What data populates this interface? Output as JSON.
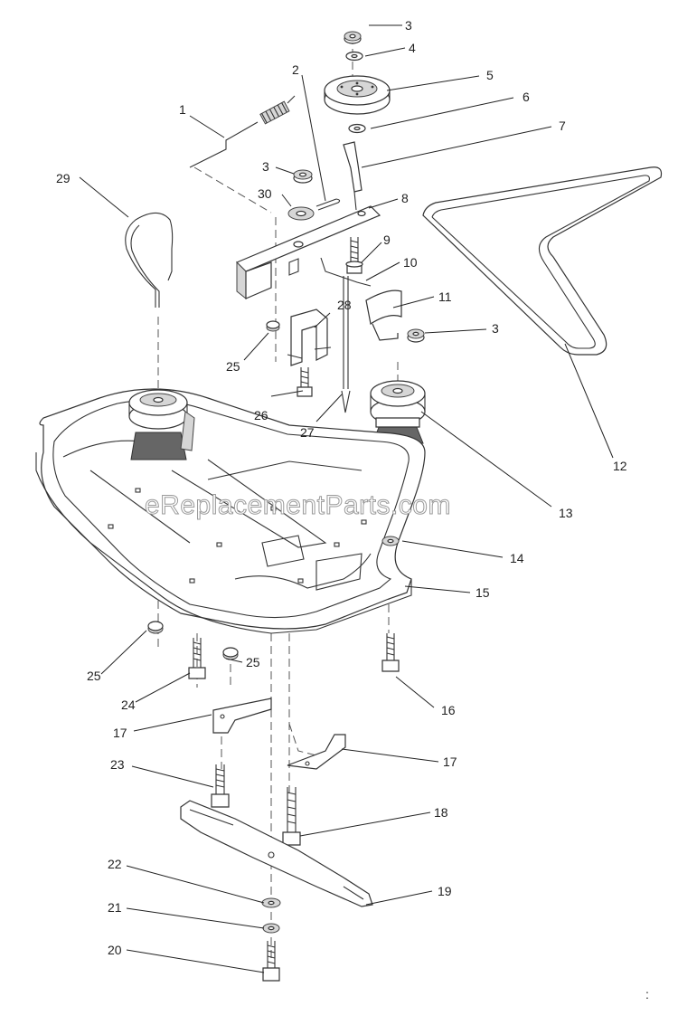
{
  "watermark": "eReplacementParts.com",
  "callouts": {
    "c1": "1",
    "c2": "2",
    "c3a": "3",
    "c3b": "3",
    "c3c": "3",
    "c4": "4",
    "c5": "5",
    "c6": "6",
    "c7": "7",
    "c8": "8",
    "c9": "9",
    "c10": "10",
    "c11": "11",
    "c12": "12",
    "c13": "13",
    "c14": "14",
    "c15": "15",
    "c16": "16",
    "c17a": "17",
    "c17b": "17",
    "c18": "18",
    "c19": "19",
    "c20": "20",
    "c21": "21",
    "c22": "22",
    "c23": "23",
    "c24": "24",
    "c25a": "25",
    "c25b": "25",
    "c25c": "25",
    "c26": "26",
    "c27": "27",
    "c28": "28",
    "c29": "29",
    "c30": "30"
  },
  "corner_mark": ":"
}
